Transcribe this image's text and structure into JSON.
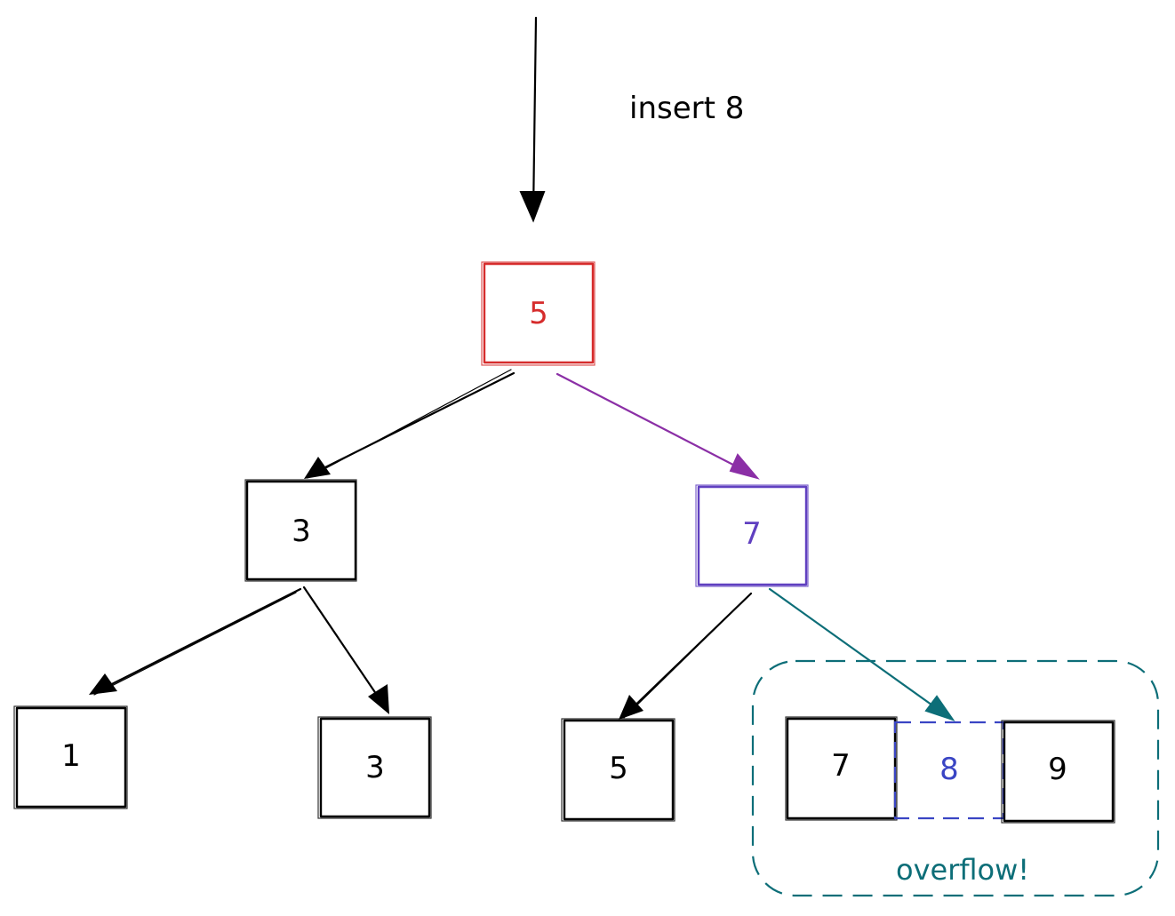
{
  "annotation": "insert 8",
  "overflow_label": "overflow!",
  "colors": {
    "black": "#000000",
    "root_red": "#d62c2c",
    "purple": "#8b2fa6",
    "violet": "#6040c0",
    "blue": "#3a45c4",
    "teal": "#0d6e78"
  },
  "nodes": {
    "root": "5",
    "left_internal": "3",
    "right_internal": "7",
    "leaf_1": "1",
    "leaf_3": "3",
    "leaf_5": "5",
    "leaf_7": "7",
    "leaf_8": "8",
    "leaf_9": "9"
  }
}
